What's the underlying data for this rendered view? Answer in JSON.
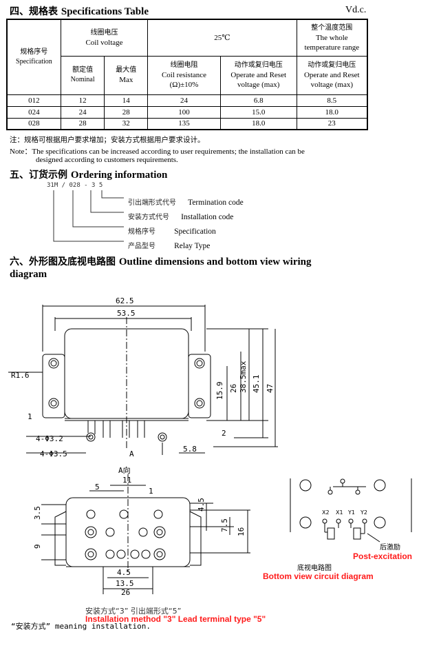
{
  "section4": {
    "title_cn": "四、规格表",
    "title_en": "Specifications Table",
    "vdc": "Vd.c."
  },
  "table": {
    "spec_cn": "规格序号",
    "spec_en": "Specification",
    "coil_voltage_cn": "线圈电压",
    "coil_voltage_en": "Coil voltage",
    "temp25": "25℃",
    "whole_temp_cn": "整个温度范围",
    "whole_temp_en": "The whole temperature range",
    "nominal_cn": "额定值",
    "nominal_en": "Nominal",
    "max_cn": "最大值",
    "max_en": "Max",
    "coil_res_cn": "线圈电阻",
    "coil_res_en": "Coil resistance",
    "coil_res_unit": "(Ω)±10%",
    "op_reset_cn": "动作或复归电压",
    "op_reset_en": "Operate and Reset voltage (max)",
    "op_reset2_cn": "动作或复归电压",
    "op_reset2_en": "Operate and Reset voltage (max)",
    "rows": [
      [
        "012",
        "12",
        "14",
        "24",
        "6.8",
        "8.5"
      ],
      [
        "024",
        "24",
        "28",
        "100",
        "15.0",
        "18.0"
      ],
      [
        "028",
        "28",
        "32",
        "135",
        "18.0",
        "23"
      ]
    ]
  },
  "notes": {
    "cn": "注：规格可根据用户要求增加；安装方式根据用户要求设计。",
    "en_label": "Note：",
    "en_line1": "The specifications can be increased according to user requirements; the installation can be",
    "en_line2": "designed according to customers requirements."
  },
  "section5": {
    "title_cn": "五、订货示例",
    "title_en": "Ordering information",
    "code": "31M / 028 - 3  5",
    "items": [
      {
        "cn": "引出端形式代号",
        "en": "Termination code"
      },
      {
        "cn": "安装方式代号",
        "en": "Installation code"
      },
      {
        "cn": "规格序号",
        "en": "Specification"
      },
      {
        "cn": "产品型号",
        "en": "Relay Type"
      }
    ]
  },
  "section6": {
    "title_cn": "六、外形图及底视电路图",
    "title_en_1": "Outline dimensions and bottom view wiring",
    "title_en_2": "diagram"
  },
  "dims": {
    "d62_5": "62.5",
    "d53_5": "53.5",
    "r1_6": "R1.6",
    "d1": "1",
    "h4_phi32": "4-Φ3.2",
    "h4_phi35": "4-Φ3.5",
    "a_label": "A",
    "d5_8": "5.8",
    "d15_9": "15.9",
    "d26v": "26",
    "d38_5": "38.5max",
    "d45_1": "45.1",
    "d47": "47",
    "d2": "2",
    "a_dir": "A向",
    "d11": "11",
    "d5": "5",
    "d1b": "1",
    "d4_5": "4.5",
    "d3_5": "3.5",
    "d7_5": "7.5",
    "d16": "16",
    "d9": "9",
    "d4_5b": "4.5",
    "d13_5": "13.5",
    "d26h": "26"
  },
  "circuit": {
    "x2": "X2",
    "x1": "X1",
    "y1": "Y1",
    "y2": "Y2",
    "post_cn": "后激励",
    "post_en": "Post-excitation",
    "title_cn": "底视电路图",
    "title_en": "Bottom view circuit diagram"
  },
  "footer": {
    "cn_caption": "安装方式“3” 引出端形式“5”",
    "en_caption": "Installation method \"3\" Lead terminal type \"5\"",
    "meaning": "“安装方式” meaning installation."
  }
}
